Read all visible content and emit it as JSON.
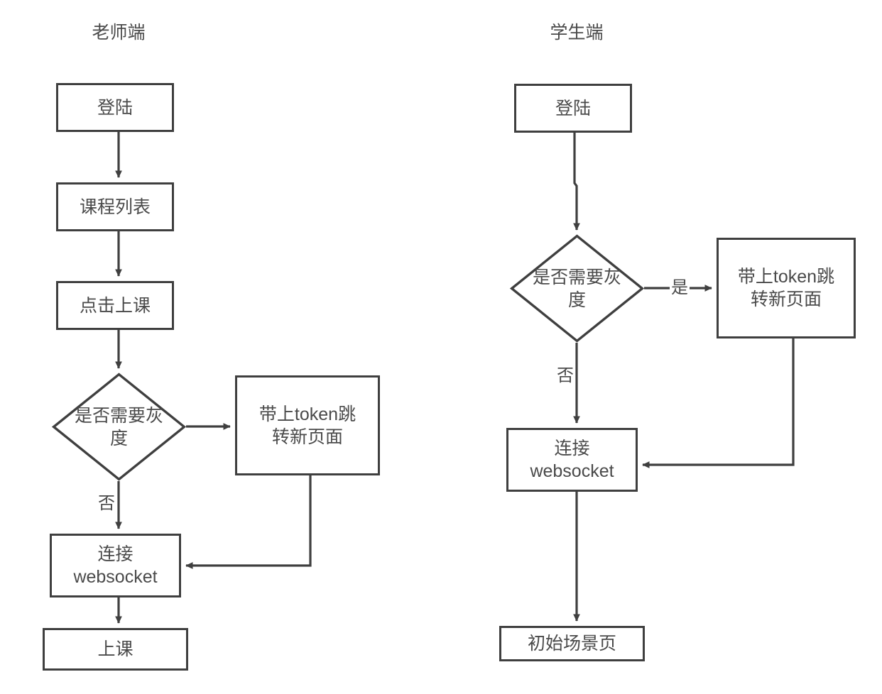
{
  "diagram": {
    "type": "flowchart",
    "background_color": "#ffffff",
    "stroke_color": "#3f3f3f",
    "text_color": "#4a4a4a",
    "columns": [
      {
        "id": "teacher",
        "title": "老师端",
        "nodes": [
          {
            "id": "t-login",
            "shape": "rect",
            "label": "登陆"
          },
          {
            "id": "t-courses",
            "shape": "rect",
            "label": "课程列表"
          },
          {
            "id": "t-startclass",
            "shape": "rect",
            "label": "点击上课"
          },
          {
            "id": "t-decision",
            "shape": "diamond",
            "label": "是否需要灰\n度"
          },
          {
            "id": "t-token",
            "shape": "rect",
            "label": "带上token跳\n转新页面"
          },
          {
            "id": "t-websocket",
            "shape": "rect",
            "label": "连接\nwebsocket"
          },
          {
            "id": "t-class",
            "shape": "rect",
            "label": "上课"
          }
        ],
        "edges": [
          {
            "from": "t-login",
            "to": "t-courses",
            "label": ""
          },
          {
            "from": "t-courses",
            "to": "t-startclass",
            "label": ""
          },
          {
            "from": "t-startclass",
            "to": "t-decision",
            "label": ""
          },
          {
            "from": "t-decision",
            "to": "t-token",
            "label": ""
          },
          {
            "from": "t-decision",
            "to": "t-websocket",
            "label": "否"
          },
          {
            "from": "t-token",
            "to": "t-websocket",
            "label": ""
          },
          {
            "from": "t-websocket",
            "to": "t-class",
            "label": ""
          }
        ]
      },
      {
        "id": "student",
        "title": "学生端",
        "nodes": [
          {
            "id": "s-login",
            "shape": "rect",
            "label": "登陆"
          },
          {
            "id": "s-decision",
            "shape": "diamond",
            "label": "是否需要灰\n度"
          },
          {
            "id": "s-token",
            "shape": "rect",
            "label": "带上token跳\n转新页面"
          },
          {
            "id": "s-websocket",
            "shape": "rect",
            "label": "连接\nwebsocket"
          },
          {
            "id": "s-scene",
            "shape": "rect",
            "label": "初始场景页"
          }
        ],
        "edges": [
          {
            "from": "s-login",
            "to": "s-decision",
            "label": ""
          },
          {
            "from": "s-decision",
            "to": "s-token",
            "label": "是"
          },
          {
            "from": "s-decision",
            "to": "s-websocket",
            "label": "否"
          },
          {
            "from": "s-token",
            "to": "s-websocket",
            "label": ""
          },
          {
            "from": "s-websocket",
            "to": "s-scene",
            "label": ""
          }
        ]
      }
    ]
  }
}
